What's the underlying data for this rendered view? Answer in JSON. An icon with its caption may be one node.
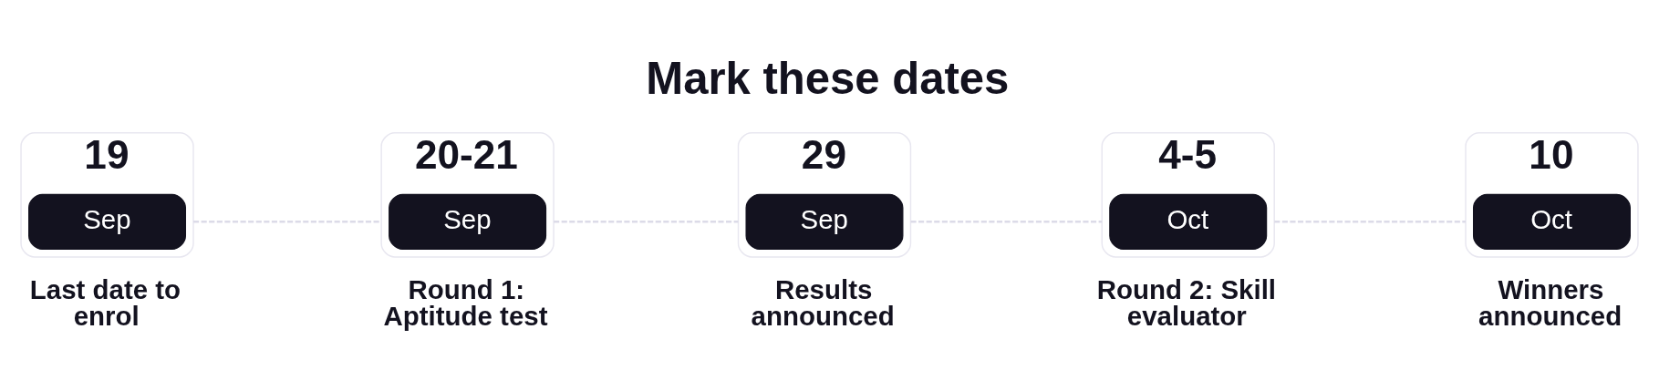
{
  "diagram": {
    "title": "Mark these dates",
    "nodes": [
      {
        "text": [
          "19"
        ],
        "beside": [
          "Last date to enrol"
        ]
      },
      {
        "text": [
          "Sep"
        ],
        "in": 0
      },
      {
        "text": [
          "20-21"
        ],
        "beside": [
          "Round 1: Aptitude test"
        ]
      },
      {
        "text": [
          "Sep"
        ],
        "in": 2
      },
      {
        "text": [
          "29"
        ],
        "beside": [
          "Results announced"
        ]
      },
      {
        "text": [
          "Sep"
        ],
        "in": 4
      },
      {
        "text": [
          "4-5"
        ],
        "beside": [
          "Round 2: Skill evaluator"
        ]
      },
      {
        "text": [
          "Oct"
        ],
        "in": 6
      },
      {
        "text": [
          "10"
        ],
        "beside": [
          "Winners announced"
        ]
      },
      {
        "text": [
          "Oct"
        ],
        "in": 8
      }
    ],
    "edges": [
      {
        "from": 0,
        "to": 2,
        "arrow": "none",
        "style": "dashed"
      },
      {
        "from": 2,
        "to": 4,
        "arrow": "none",
        "style": "dashed"
      },
      {
        "from": 4,
        "to": 6,
        "arrow": "none",
        "style": "dashed"
      },
      {
        "from": 6,
        "to": 8,
        "arrow": "none",
        "style": "dashed"
      }
    ]
  }
}
